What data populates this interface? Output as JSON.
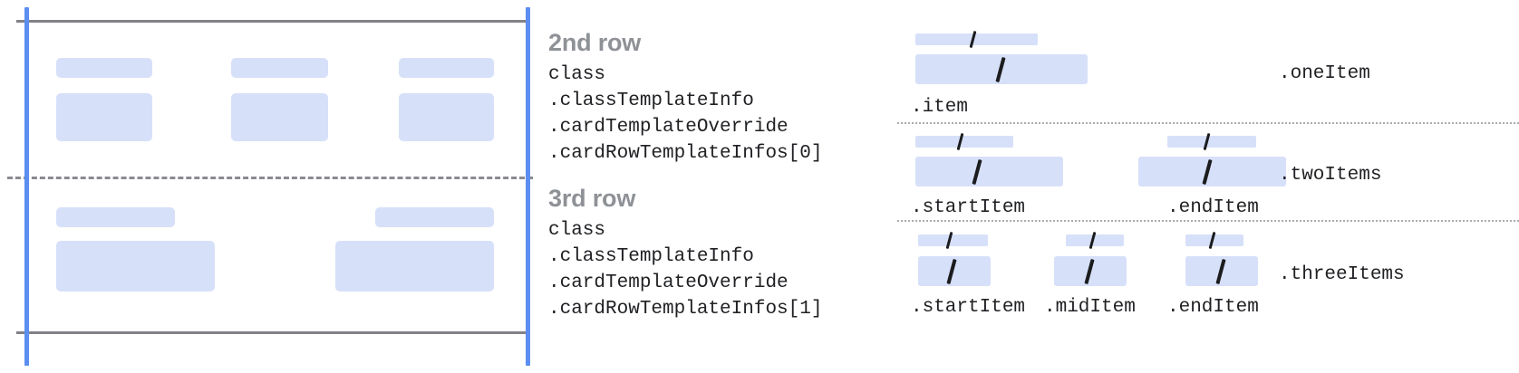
{
  "colors": {
    "chip_fill": "#d7e0f9",
    "frame_blue": "#5b8ef0",
    "frame_gray": "#818286",
    "divider_gray": "#8a8b8f",
    "dotted_gray": "#a9abaf",
    "heading_gray": "#8e9196",
    "code_text": "#1f2023",
    "slash_dark": "#1b1c1e",
    "background": "#ffffff"
  },
  "card_frame": {
    "name": "card-preview",
    "guides": {
      "left_edge_name": "card-left-guide",
      "right_edge_name": "card-right-guide",
      "top_rule_name": "card-top-rule",
      "bottom_rule_name": "card-bottom-rule",
      "row_divider_name": "card-row-divider"
    },
    "rows": [
      {
        "name": "second-row-preview",
        "columns": [
          {
            "label_chip": "",
            "content_chip": ""
          },
          {
            "label_chip": "",
            "content_chip": ""
          },
          {
            "label_chip": "",
            "content_chip": ""
          }
        ]
      },
      {
        "name": "third-row-preview",
        "columns": [
          {
            "label_chip": "",
            "content_chip": ""
          },
          {
            "label_chip": "",
            "content_chip": ""
          }
        ]
      }
    ]
  },
  "annotations": [
    {
      "heading": "2nd row",
      "lines": [
        "class",
        ".classTemplateInfo",
        ".cardTemplateOverride",
        ".cardRowTemplateInfos[0]"
      ]
    },
    {
      "heading": "3rd row",
      "lines": [
        "class",
        ".classTemplateInfo",
        ".cardTemplateOverride",
        ".cardRowTemplateInfos[1]"
      ]
    }
  ],
  "variants": [
    {
      "name": "one-item",
      "variant_label": ".oneItem",
      "items": [
        {
          "label": ".item",
          "glyph": "/"
        }
      ]
    },
    {
      "name": "two-items",
      "variant_label": ".twoItems",
      "items": [
        {
          "label": ".startItem",
          "glyph": "/"
        },
        {
          "label": ".endItem",
          "glyph": "/"
        }
      ]
    },
    {
      "name": "three-items",
      "variant_label": ".threeItems",
      "items": [
        {
          "label": ".startItem",
          "glyph": "/"
        },
        {
          "label": ".midItem",
          "glyph": "/"
        },
        {
          "label": ".endItem",
          "glyph": "/"
        }
      ]
    }
  ]
}
